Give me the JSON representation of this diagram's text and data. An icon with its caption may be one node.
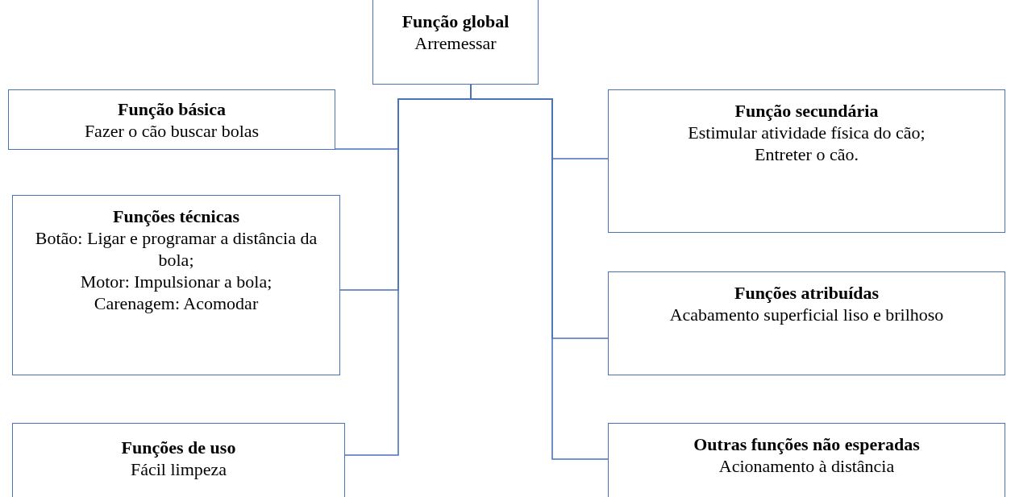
{
  "diagram": {
    "nodes": [
      {
        "text": [
          "Função global",
          "Arremessar"
        ]
      },
      {
        "text": [
          "Função básica",
          "Fazer o cão buscar bolas"
        ]
      },
      {
        "text": [
          "Funções técnicas",
          "Botão: Ligar e programar a distância da bola;",
          "Motor: Impulsionar a bola;",
          "Carenagem: Acomodar"
        ]
      },
      {
        "text": [
          "Funções de uso",
          "Fácil limpeza"
        ]
      },
      {
        "text": [
          "Função secundária",
          "Estimular atividade física do cão;",
          "Entreter o cão."
        ]
      },
      {
        "text": [
          "Funções atribuídas",
          "Acabamento superficial liso e brilhoso"
        ]
      },
      {
        "text": [
          "Outras funções não esperadas",
          "Acionamento à distância"
        ]
      }
    ],
    "edges": [
      {
        "from": 0,
        "to": 1,
        "arrow": "none"
      },
      {
        "from": 0,
        "to": 2,
        "arrow": "none"
      },
      {
        "from": 0,
        "to": 3,
        "arrow": "none"
      },
      {
        "from": 0,
        "to": 4,
        "arrow": "none"
      },
      {
        "from": 0,
        "to": 5,
        "arrow": "none"
      },
      {
        "from": 0,
        "to": 6,
        "arrow": "none"
      }
    ]
  }
}
